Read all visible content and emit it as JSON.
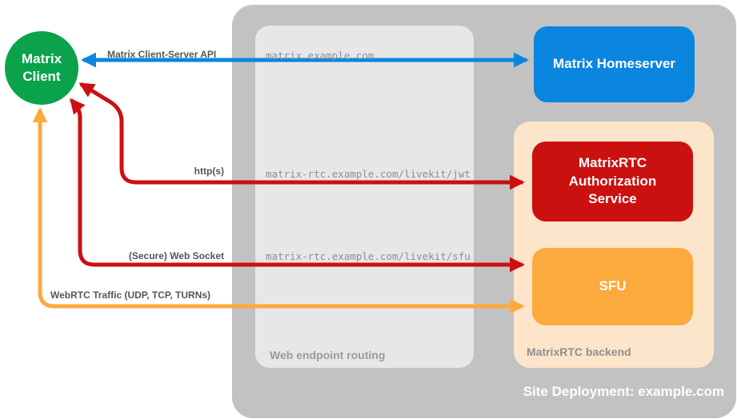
{
  "client": {
    "label": "Matrix Client"
  },
  "containers": {
    "site": {
      "label": "Site Deployment: example.com"
    },
    "routing": {
      "label": "Web endpoint routing"
    },
    "backend": {
      "label": "MatrixRTC backend"
    }
  },
  "nodes": {
    "homeserver": {
      "label": "Matrix Homeserver"
    },
    "auth": {
      "label": "MatrixRTC Authorization Service"
    },
    "sfu": {
      "label": "SFU"
    }
  },
  "routes": {
    "homeserver": "matrix.example.com",
    "jwt": "matrix-rtc.example.com/livekit/jwt",
    "sfu": "matrix-rtc.example.com/livekit/sfu"
  },
  "arrows": {
    "api": {
      "label": "Matrix Client-Server API",
      "color": "#0a86e0",
      "bidirectional": true
    },
    "http": {
      "label": "http(s)",
      "color": "#cb1010",
      "bidirectional": true
    },
    "ws": {
      "label": "(Secure) Web Socket",
      "color": "#cb1010",
      "bidirectional": true
    },
    "webrtc": {
      "label": "WebRTC Traffic (UDP, TCP, TURNs)",
      "color": "#fbaa3e",
      "bidirectional": true
    }
  },
  "colors": {
    "green": "#0aa34c",
    "blue": "#0a86e0",
    "red": "#cb1010",
    "orange": "#fbaa3e",
    "peach": "#fde5cc",
    "container-gray": "#c2c2c2",
    "routing-gray": "#e7e7e7"
  }
}
